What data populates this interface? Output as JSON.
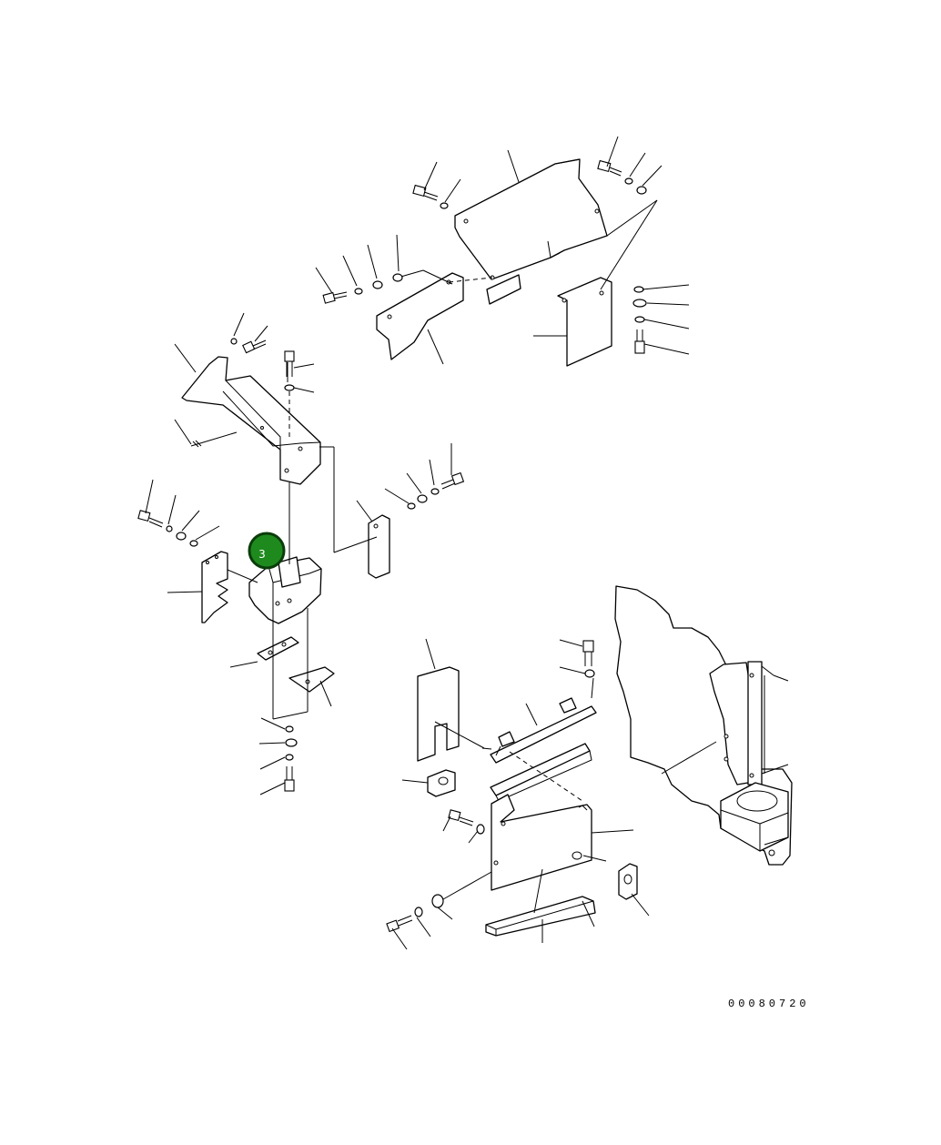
{
  "diagram": {
    "type": "exploded-parts-view",
    "callout": {
      "label": "3",
      "fill_color": "#1e8a1e",
      "border_color": "#0b3d0b"
    },
    "drawing_number": "00080720",
    "line_color": "#000000",
    "background_color": "#ffffff"
  }
}
